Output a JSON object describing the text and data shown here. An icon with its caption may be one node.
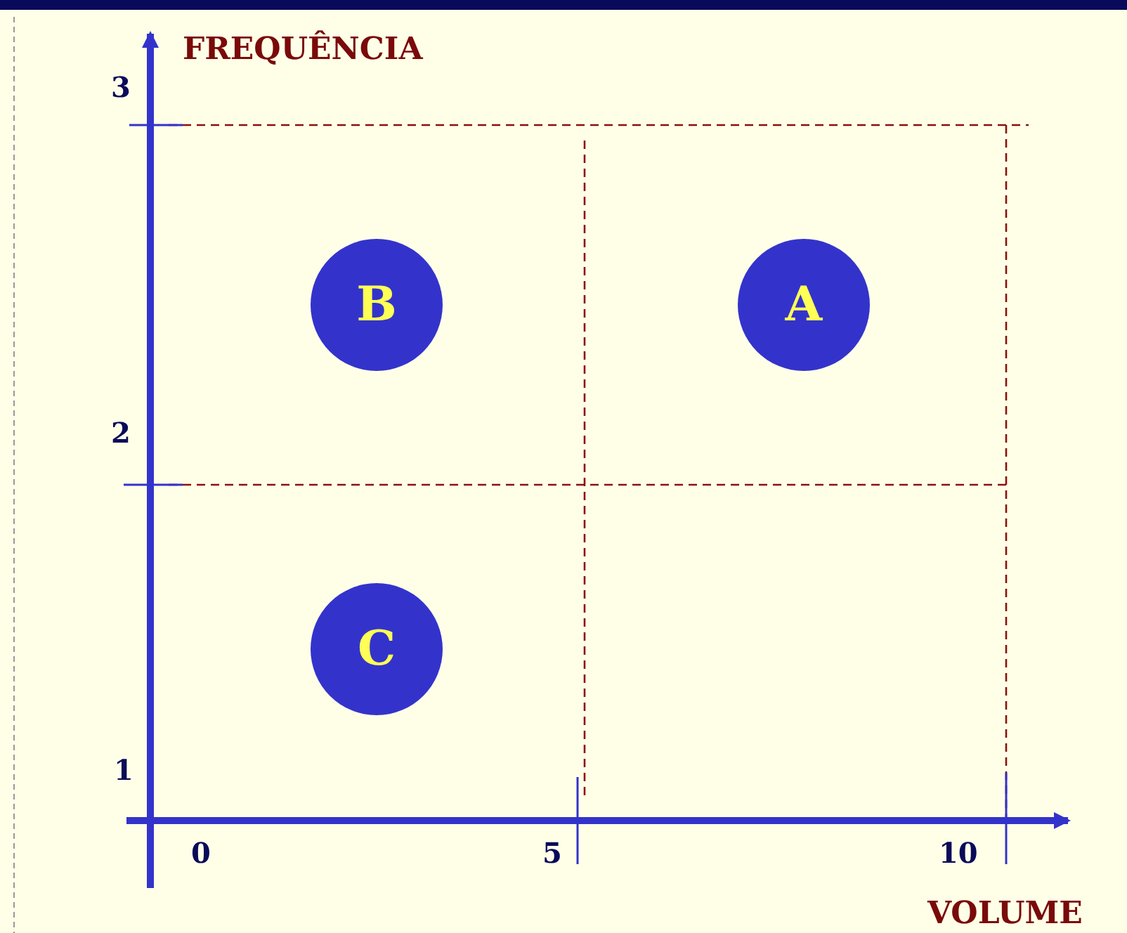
{
  "diagram": {
    "nodes": [
      {
        "text": [
          "B"
        ]
      },
      {
        "text": [
          "A"
        ]
      },
      {
        "text": [
          "C"
        ]
      }
    ],
    "labels": [
      "FREQUÊNCIA",
      "3",
      "2",
      "1",
      "0",
      "5",
      "10",
      "VOLUME"
    ]
  }
}
